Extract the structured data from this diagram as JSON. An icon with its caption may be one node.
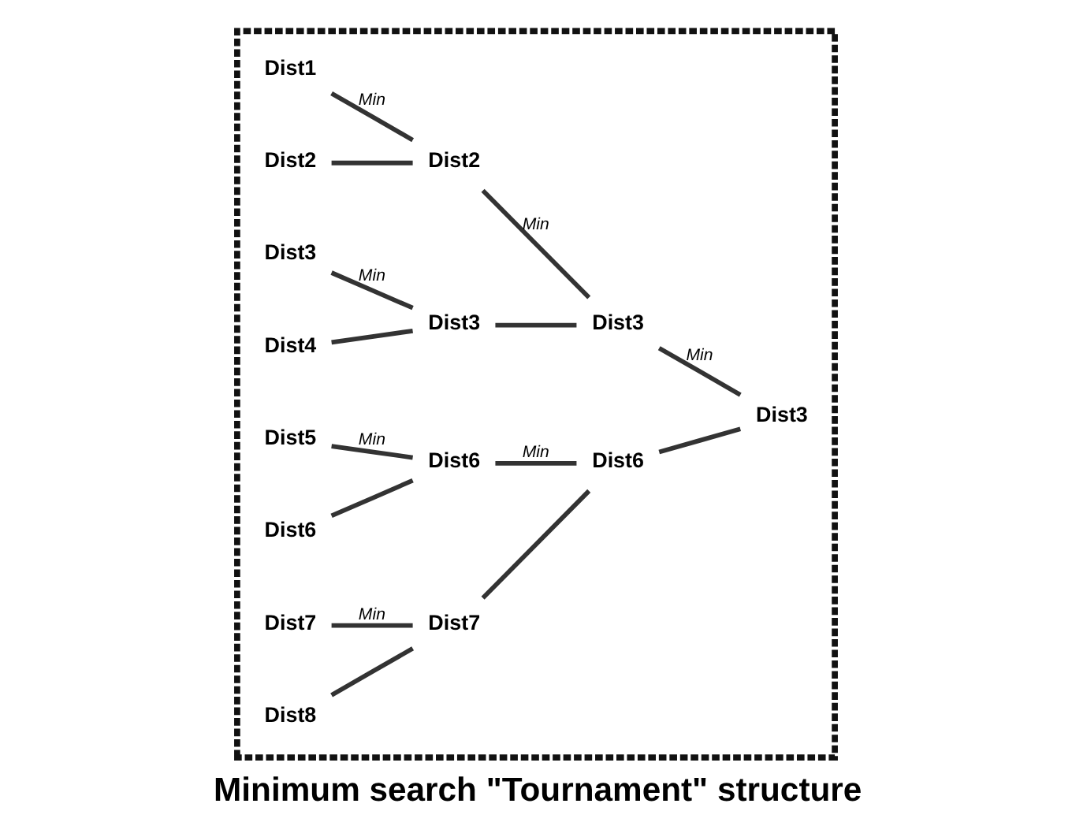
{
  "diagram": {
    "caption": "Minimum search \"Tournament\" structure",
    "nodes": [
      {
        "text": [],
        "shape": "box"
      },
      {
        "text": [
          "Dist1"
        ],
        "in": 0
      },
      {
        "text": [
          "Dist2"
        ],
        "in": 0
      },
      {
        "text": [
          "Dist3"
        ],
        "in": 0
      },
      {
        "text": [
          "Dist4"
        ],
        "in": 0
      },
      {
        "text": [
          "Dist5"
        ],
        "in": 0
      },
      {
        "text": [
          "Dist6"
        ],
        "in": 0
      },
      {
        "text": [
          "Dist7"
        ],
        "in": 0
      },
      {
        "text": [
          "Dist8"
        ],
        "in": 0
      },
      {
        "text": [
          "Dist2"
        ],
        "in": 0
      },
      {
        "text": [
          "Dist3"
        ],
        "in": 0
      },
      {
        "text": [
          "Dist6"
        ],
        "in": 0
      },
      {
        "text": [
          "Dist7"
        ],
        "in": 0
      },
      {
        "text": [
          "Dist3"
        ],
        "in": 0
      },
      {
        "text": [
          "Dist6"
        ],
        "in": 0
      },
      {
        "text": [
          "Dist3"
        ],
        "in": 0
      }
    ],
    "edges": [
      {
        "from": 1,
        "to": 9,
        "arrow": "none",
        "label": "Min"
      },
      {
        "from": 2,
        "to": 9,
        "arrow": "none"
      },
      {
        "from": 3,
        "to": 10,
        "arrow": "none",
        "label": "Min"
      },
      {
        "from": 4,
        "to": 10,
        "arrow": "none"
      },
      {
        "from": 5,
        "to": 11,
        "arrow": "none",
        "label": "Min"
      },
      {
        "from": 6,
        "to": 11,
        "arrow": "none"
      },
      {
        "from": 7,
        "to": 12,
        "arrow": "none",
        "label": "Min"
      },
      {
        "from": 8,
        "to": 12,
        "arrow": "none"
      },
      {
        "from": 9,
        "to": 13,
        "arrow": "none",
        "label": "Min"
      },
      {
        "from": 10,
        "to": 13,
        "arrow": "none"
      },
      {
        "from": 11,
        "to": 14,
        "arrow": "none",
        "label": "Min"
      },
      {
        "from": 12,
        "to": 14,
        "arrow": "none"
      },
      {
        "from": 13,
        "to": 15,
        "arrow": "none",
        "label": "Min"
      },
      {
        "from": 14,
        "to": 15,
        "arrow": "none"
      }
    ]
  }
}
